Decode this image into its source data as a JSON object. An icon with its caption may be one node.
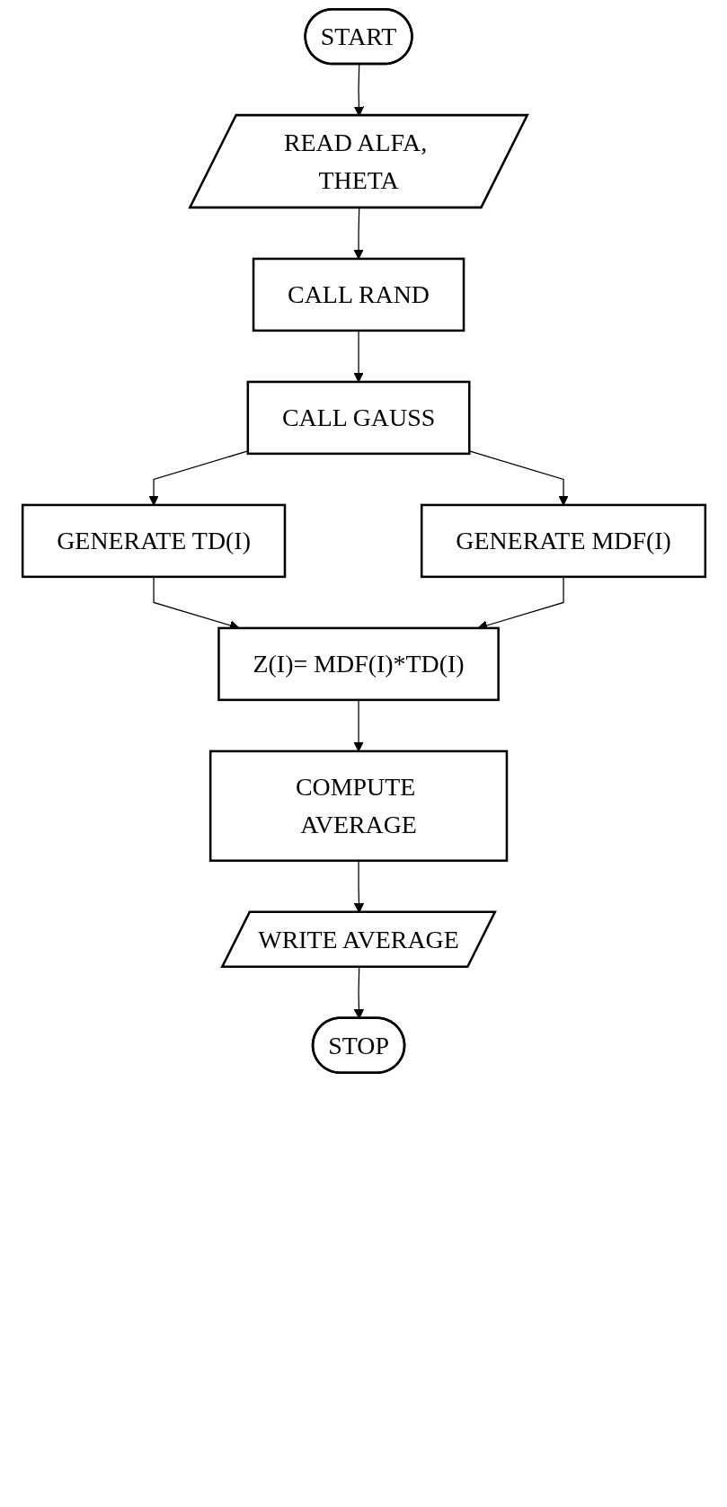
{
  "diagram": {
    "nodes": [
      {
        "text": [
          "START"
        ]
      },
      {
        "text": [
          "READ ALFA, THETA"
        ]
      },
      {
        "text": [
          "CALL RAND"
        ]
      },
      {
        "text": [
          "CALL GAUSS"
        ]
      },
      {
        "text": [
          "GENERATE TD(I)"
        ]
      },
      {
        "text": [
          "GENERATE MDF(I)"
        ]
      },
      {
        "text": [
          "Z(I)= MDF(I)*TD(I)"
        ]
      },
      {
        "text": [
          "COMPUTE AVERAGE"
        ]
      },
      {
        "text": [
          "WRITE AVERAGE"
        ]
      },
      {
        "text": [
          "STOP"
        ]
      }
    ],
    "edges": [
      {
        "from": 0,
        "to": 1,
        "arrow": "to"
      },
      {
        "from": 1,
        "to": 2,
        "arrow": "to"
      },
      {
        "from": 2,
        "to": 3,
        "arrow": "to"
      },
      {
        "from": 3,
        "to": 4,
        "arrow": "to"
      },
      {
        "from": 3,
        "to": 5,
        "arrow": "to"
      },
      {
        "from": 4,
        "to": 6,
        "arrow": "to"
      },
      {
        "from": 5,
        "to": 6,
        "arrow": "to"
      },
      {
        "from": 6,
        "to": 7,
        "arrow": "to"
      },
      {
        "from": 7,
        "to": 8,
        "arrow": "to"
      },
      {
        "from": 8,
        "to": 9,
        "arrow": "to"
      }
    ]
  }
}
